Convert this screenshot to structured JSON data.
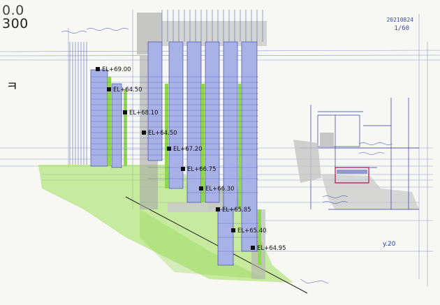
{
  "title": {
    "line1": "0.0",
    "line2": "300"
  },
  "side_glyph": "ㅋ",
  "date": "20210824",
  "scale": "1/60",
  "bottom_tag": "y.20",
  "elevation_marks": [
    "EL+69.00",
    "EL+64.50",
    "EL+68.10",
    "EL+64.50",
    "EL+67.20",
    "EL+66.75",
    "EL+66.30",
    "EL+65.85",
    "EL+65.40",
    "EL+64.95"
  ],
  "colors": {
    "paper": "#f7f7f4",
    "ink_blue": "#2c3aa5",
    "louver_fill": "#a9b2e6",
    "grass_green": "#8fd84a",
    "concrete_gray": "#9a9a9a",
    "accent_red": "#c0306a"
  }
}
